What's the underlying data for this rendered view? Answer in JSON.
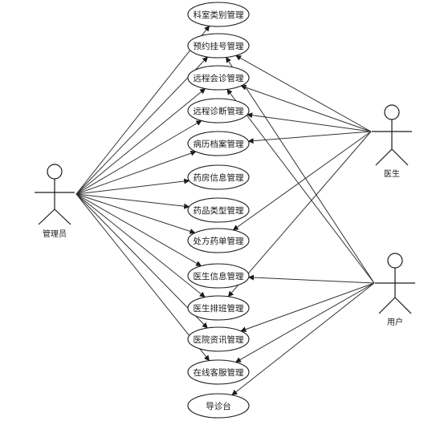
{
  "actors": {
    "admin": {
      "label": "管理员"
    },
    "doctor": {
      "label": "医生"
    },
    "user": {
      "label": "用户"
    }
  },
  "use_cases": [
    {
      "id": "uc-department-category",
      "label": "科室类别管理"
    },
    {
      "id": "uc-appointment",
      "label": "预约挂号管理"
    },
    {
      "id": "uc-remote-consultation",
      "label": "远程会诊管理"
    },
    {
      "id": "uc-remote-diagnosis",
      "label": "远程诊断管理"
    },
    {
      "id": "uc-medical-records",
      "label": "病历档案管理"
    },
    {
      "id": "uc-pharmacy-info",
      "label": "药房信息管理"
    },
    {
      "id": "uc-drug-type",
      "label": "药品类型管理"
    },
    {
      "id": "uc-prescription",
      "label": "处方药单管理"
    },
    {
      "id": "uc-doctor-info",
      "label": "医生信息管理"
    },
    {
      "id": "uc-doctor-schedule",
      "label": "医生排班管理"
    },
    {
      "id": "uc-hospital-news",
      "label": "医院资讯管理"
    },
    {
      "id": "uc-online-service",
      "label": "在线客服管理"
    },
    {
      "id": "uc-triage-desk",
      "label": "导诊台"
    }
  ],
  "associations": [
    {
      "from": "admin",
      "to": [
        0,
        1,
        2,
        3,
        4,
        5,
        6,
        7,
        8,
        9,
        10,
        11
      ]
    },
    {
      "from": "doctor",
      "to": [
        1,
        2,
        3,
        4,
        7,
        9
      ]
    },
    {
      "from": "user",
      "to": [
        1,
        2,
        8,
        10,
        11,
        12
      ]
    }
  ]
}
